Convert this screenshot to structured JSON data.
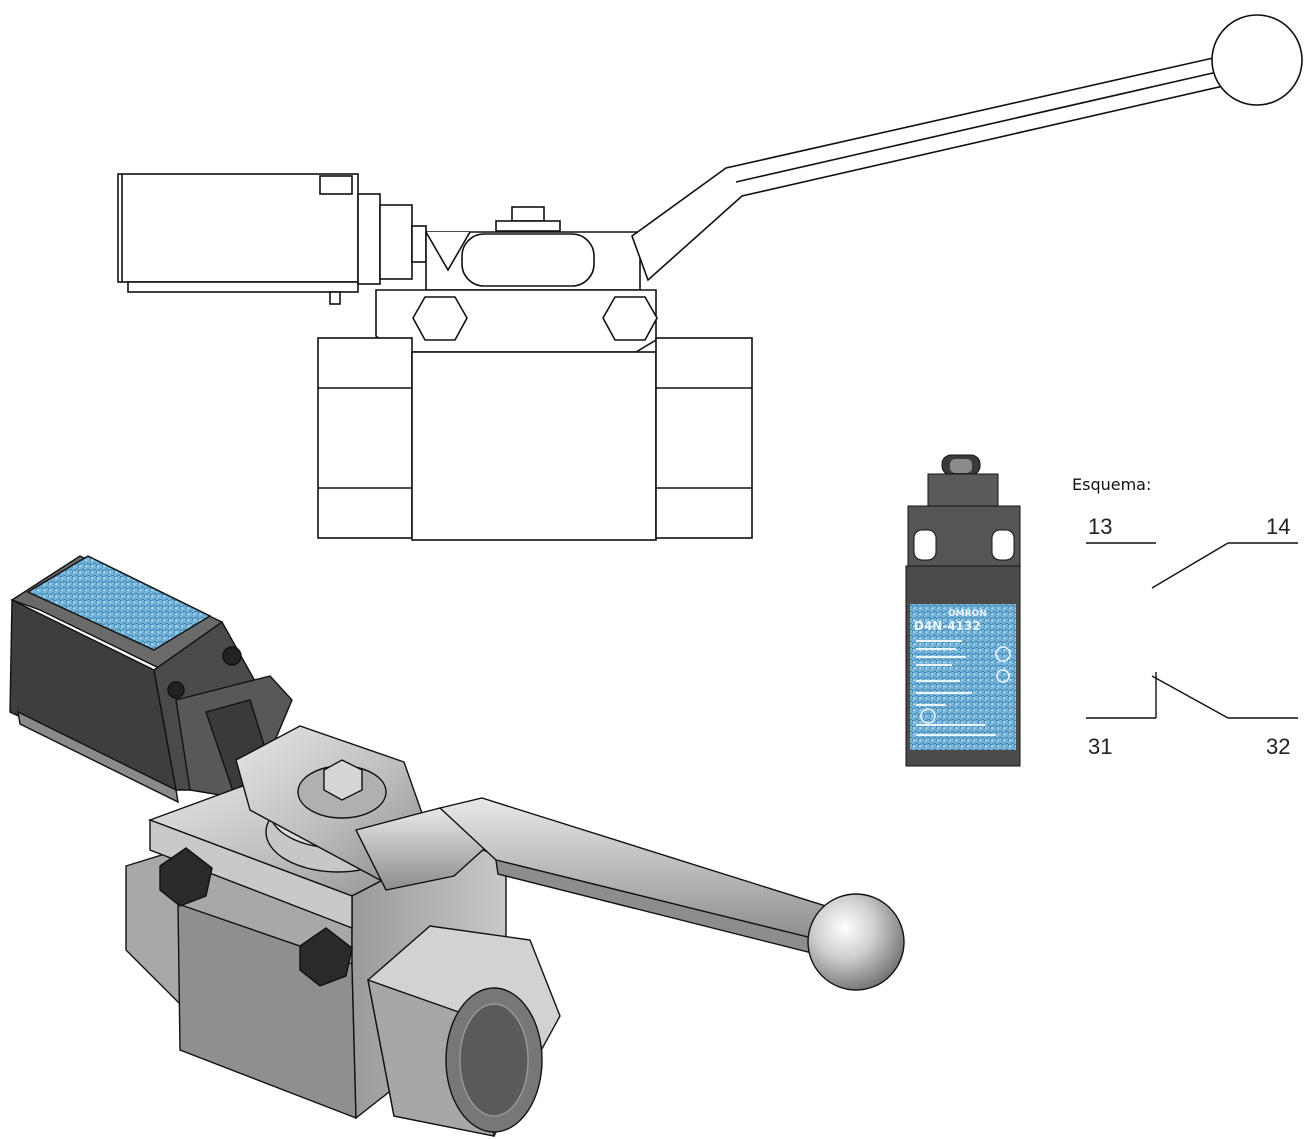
{
  "schematic": {
    "title": "Esquema:",
    "terminals": {
      "t13": "13",
      "t14": "14",
      "t31": "31",
      "t32": "32"
    }
  },
  "switch_label": {
    "brand": "OMRON",
    "model": "D4N-4132"
  },
  "colors": {
    "line": "#111111",
    "metal": "#b9b9b9",
    "metal_dark": "#6e6e6e",
    "switch_body": "#4a4a4a",
    "label_blue": "#3f88b8"
  }
}
